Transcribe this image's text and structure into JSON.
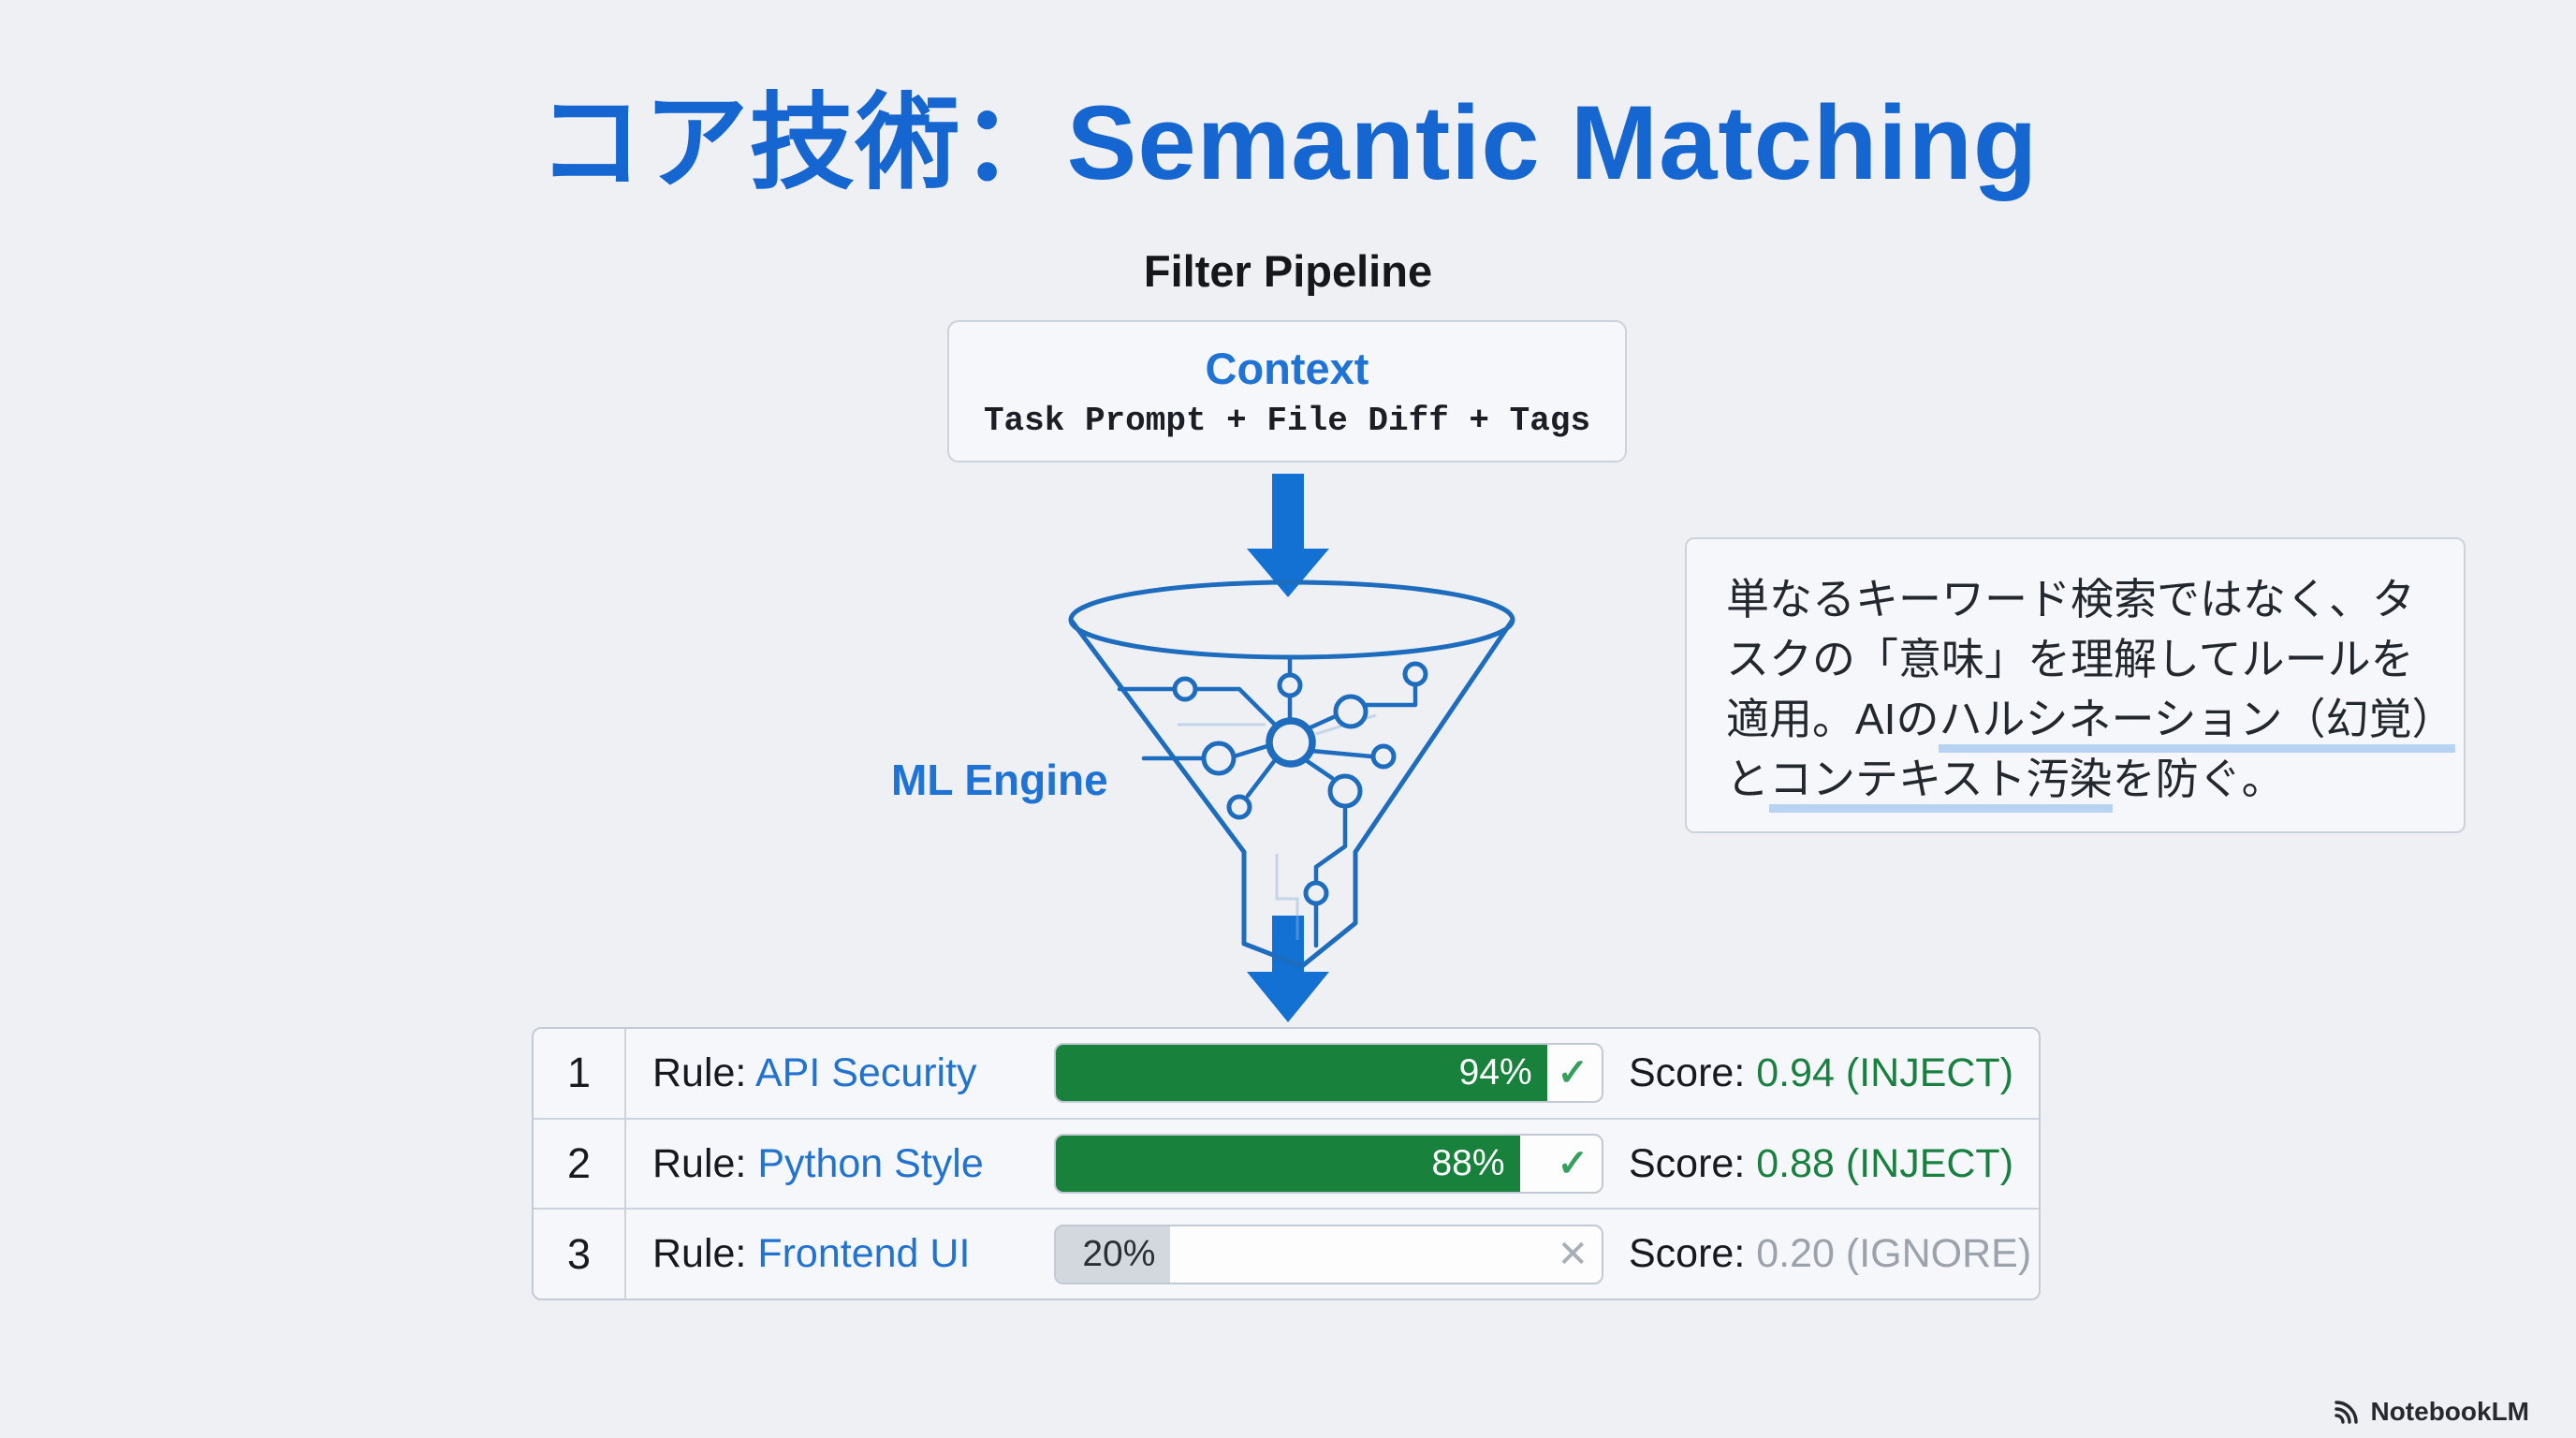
{
  "title": "コア技術：Semantic Matching",
  "pipeline": {
    "heading": "Filter Pipeline",
    "context_box": {
      "title": "Context",
      "subtitle": "Task Prompt + File Diff + Tags"
    },
    "ml_engine_label": "ML Engine"
  },
  "info_box": {
    "lines": [
      {
        "pre": "単なるキーワード検索ではなく、タ",
        "highlight": "",
        "post": ""
      },
      {
        "pre": "スクの「意味」を理解してルールを",
        "highlight": "",
        "post": ""
      },
      {
        "pre": "適用。AIの",
        "highlight": "ハルシネーション（幻覚）",
        "post": ""
      },
      {
        "pre": "と",
        "highlight": "コンテキスト汚染",
        "post": "を防ぐ。"
      }
    ]
  },
  "results_table": {
    "rows": [
      {
        "index": "1",
        "rule_label": "Rule:",
        "rule_name": "API Security",
        "match_percent": 94,
        "percent_label": "94%",
        "bar_fill_percent": 90,
        "status": "inject",
        "status_icon": "✓",
        "score_label": "Score:",
        "score_value": "0.94 (INJECT)"
      },
      {
        "index": "2",
        "rule_label": "Rule:",
        "rule_name": "Python Style",
        "match_percent": 88,
        "percent_label": "88%",
        "bar_fill_percent": 85,
        "status": "inject",
        "status_icon": "✓",
        "score_label": "Score:",
        "score_value": "0.88 (INJECT)"
      },
      {
        "index": "3",
        "rule_label": "Rule:",
        "rule_name": "Frontend UI",
        "match_percent": 20,
        "percent_label": "20%",
        "bar_fill_percent": 21,
        "status": "ignore",
        "status_icon": "✕",
        "score_label": "Score:",
        "score_value": "0.20 (IGNORE)"
      }
    ]
  },
  "branding": {
    "logo_text": "NotebookLM"
  },
  "colors": {
    "background": "#eff0f4",
    "title_blue": "#1566d0",
    "accent_blue": "#1f73d4",
    "arrow_blue": "#1271d3",
    "funnel_blue": "#1d6cbd",
    "green_fill": "#18823c",
    "green_text": "#198040",
    "gray_fill": "#d3d7de",
    "gray_text": "#9ba2ac",
    "highlight_underline": "#b7d3f1"
  }
}
